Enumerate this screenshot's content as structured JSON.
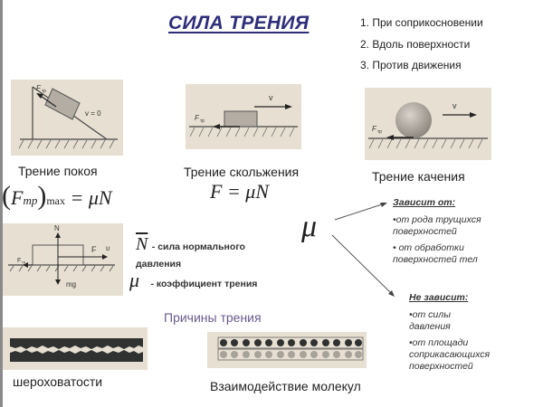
{
  "title": "СИЛА ТРЕНИЯ",
  "rules": [
    "1. При соприкосновении",
    "2. Вдоль поверхности",
    "3. Против движения"
  ],
  "types": [
    {
      "caption": "Трение покоя",
      "formula": "(F_тр)max = μN",
      "formula_main": "F",
      "formula_sub": "тр",
      "formula_max": "max",
      "formula_rhs": "= μN",
      "diagram_labels": {
        "force": "F тр",
        "velocity": "v = 0"
      }
    },
    {
      "caption": "Трение скольжения",
      "formula": "F = μN",
      "diagram_labels": {
        "force": "F тр",
        "velocity": "v"
      }
    },
    {
      "caption": "Трение качения",
      "diagram_labels": {
        "force": "F тр",
        "velocity": "v"
      }
    }
  ],
  "force_diagram": {
    "labels": {
      "normal": "N",
      "force": "F",
      "velocity": "υ",
      "friction": "F тр",
      "gravity": "mg"
    }
  },
  "legend": [
    {
      "symbol": "N",
      "text": "- сила нормального давления"
    },
    {
      "symbol": "μ",
      "text": "- коэффициент трения"
    }
  ],
  "mu_symbol": "μ",
  "depends": {
    "heading": "Зависит от:",
    "items": [
      "•от рода трущихся поверхностей",
      "• от обработки поверхностей тел"
    ]
  },
  "not_depends": {
    "heading": "Не зависит:",
    "items": [
      "•от силы давления",
      "•от площади соприкасающихся поверхностей"
    ]
  },
  "causes": {
    "heading": "Причины трения",
    "items": [
      {
        "caption": "шероховатости"
      },
      {
        "caption": "Взаимодействие молекул"
      }
    ]
  },
  "colors": {
    "title": "#2d2d7a",
    "causes_heading": "#6a5a8e",
    "panel_bg": "#e7e0d2"
  }
}
